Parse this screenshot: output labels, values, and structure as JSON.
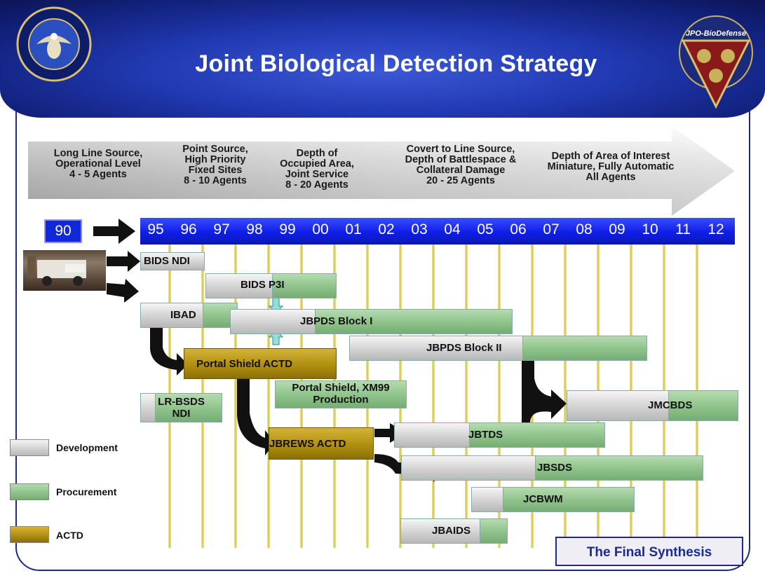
{
  "header": {
    "title": "Joint Biological Detection Strategy",
    "right_seal_text": "JPO-BioDefense"
  },
  "phases": [
    {
      "lines": [
        "Long Line Source,",
        "Operational Level",
        "4 - 5 Agents"
      ]
    },
    {
      "lines": [
        "Point Source,",
        "High Priority",
        "Fixed Sites",
        "8 - 10 Agents"
      ]
    },
    {
      "lines": [
        "Depth of",
        "Occupied Area,",
        "Joint Service",
        "8 - 20 Agents"
      ]
    },
    {
      "lines": [
        "Covert to Line Source,",
        "Depth of Battlespace &",
        "Collateral Damage",
        "20 - 25 Agents"
      ]
    },
    {
      "lines": [
        "Depth of Area of Interest",
        "Miniature, Fully Automatic",
        "All Agents"
      ]
    }
  ],
  "timeline": {
    "start_year": "90",
    "years": [
      "95",
      "96",
      "97",
      "98",
      "99",
      "00",
      "01",
      "02",
      "03",
      "04",
      "05",
      "06",
      "07",
      "08",
      "09",
      "10",
      "11",
      "12"
    ]
  },
  "programs": {
    "bids_ndi": "BIDS NDI",
    "bids_p3i": "BIDS P3I",
    "ibad": "IBAD",
    "jbpds_block1": "JBPDS Block I",
    "jbpds_block2": "JBPDS Block II",
    "portal_shield_actd": "Portal Shield ACTD",
    "portal_shield_prod_line1": "Portal Shield, XM99",
    "portal_shield_prod_line2": "Production",
    "lr_bsds_line1": "LR-BSDS",
    "lr_bsds_line2": "NDI",
    "jbrews_actd": "JBREWS  ACTD",
    "jbtds": "JBTDS",
    "jbsds": "JBSDS",
    "jcbwm": "JCBWM",
    "jbaids": "JBAIDS",
    "jmcbds": "JMCBDS"
  },
  "legend": {
    "development": "Development",
    "procurement": "Procurement",
    "actd": "ACTD"
  },
  "footer": {
    "badge": "The Final Synthesis"
  },
  "colors": {
    "development": "#d0d0d0",
    "procurement": "#8ec28a",
    "actd": "#b08f10",
    "timeline_bar": "#0f1ee8",
    "header": "#2038b0"
  }
}
